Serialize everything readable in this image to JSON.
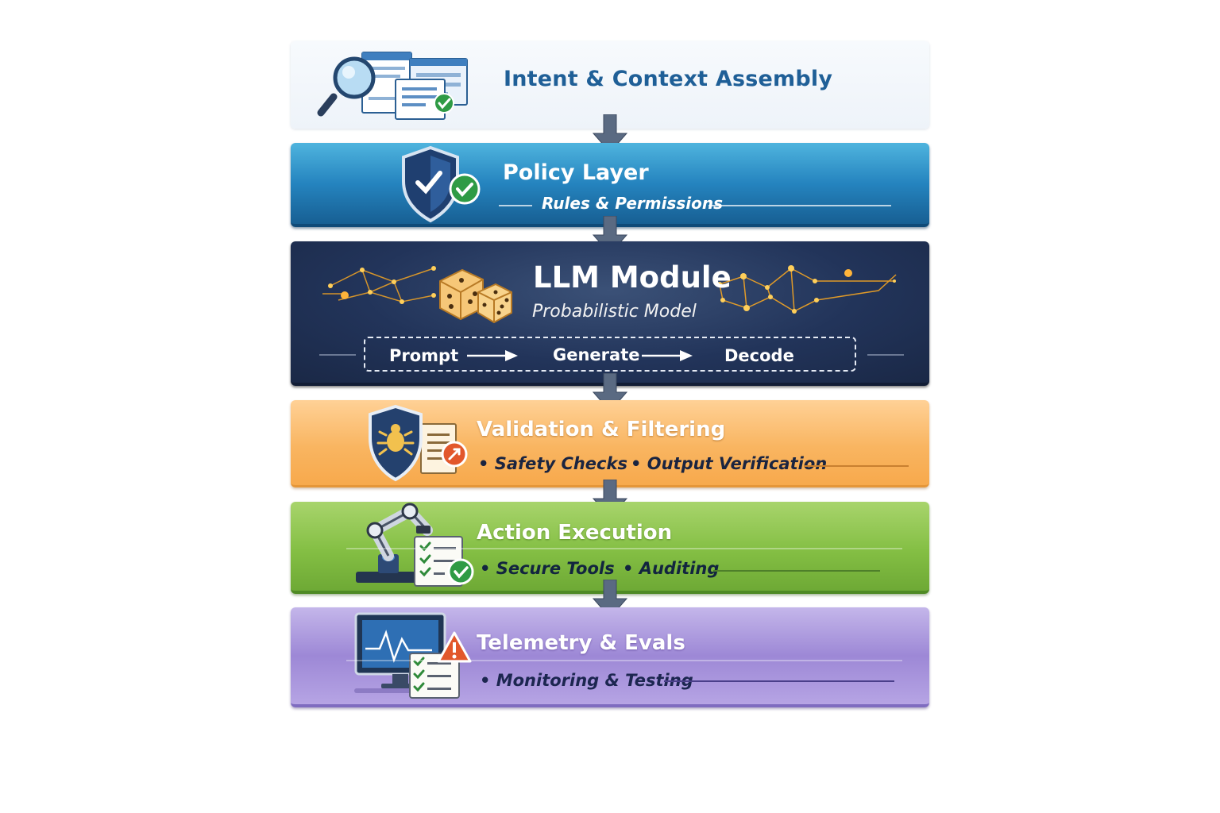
{
  "layers": [
    {
      "title": "Intent & Context Assembly"
    },
    {
      "title": "Policy Layer",
      "subtitle": "Rules & Permissions"
    },
    {
      "title": "LLM Module",
      "subtitle": "Probabilistic Model",
      "pipeline": [
        "Prompt",
        "Generate",
        "Decode"
      ]
    },
    {
      "title": "Validation & Filtering",
      "bullets": [
        "Safety Checks",
        "Output Verification"
      ]
    },
    {
      "title": "Action Execution",
      "bullets": [
        "Secure Tools",
        "Auditing"
      ]
    },
    {
      "title": "Telemetry & Evals",
      "bullets": [
        "Monitoring & Testing"
      ]
    }
  ],
  "icons": {
    "layer1": "magnifier-documents-icon",
    "layer2": "shield-check-icon",
    "layer3": "dice-icon",
    "layer4": "shield-bug-document-icon",
    "layer5": "robot-arm-checklist-icon",
    "layer6": "monitor-warning-checklist-icon"
  },
  "colors": {
    "layer1": "#eef3f9",
    "layer2": "#2584bf",
    "layer3": "#22345a",
    "layer4": "#f9b561",
    "layer5": "#84bf44",
    "layer6": "#9d88d6",
    "connector": "#55657c"
  }
}
